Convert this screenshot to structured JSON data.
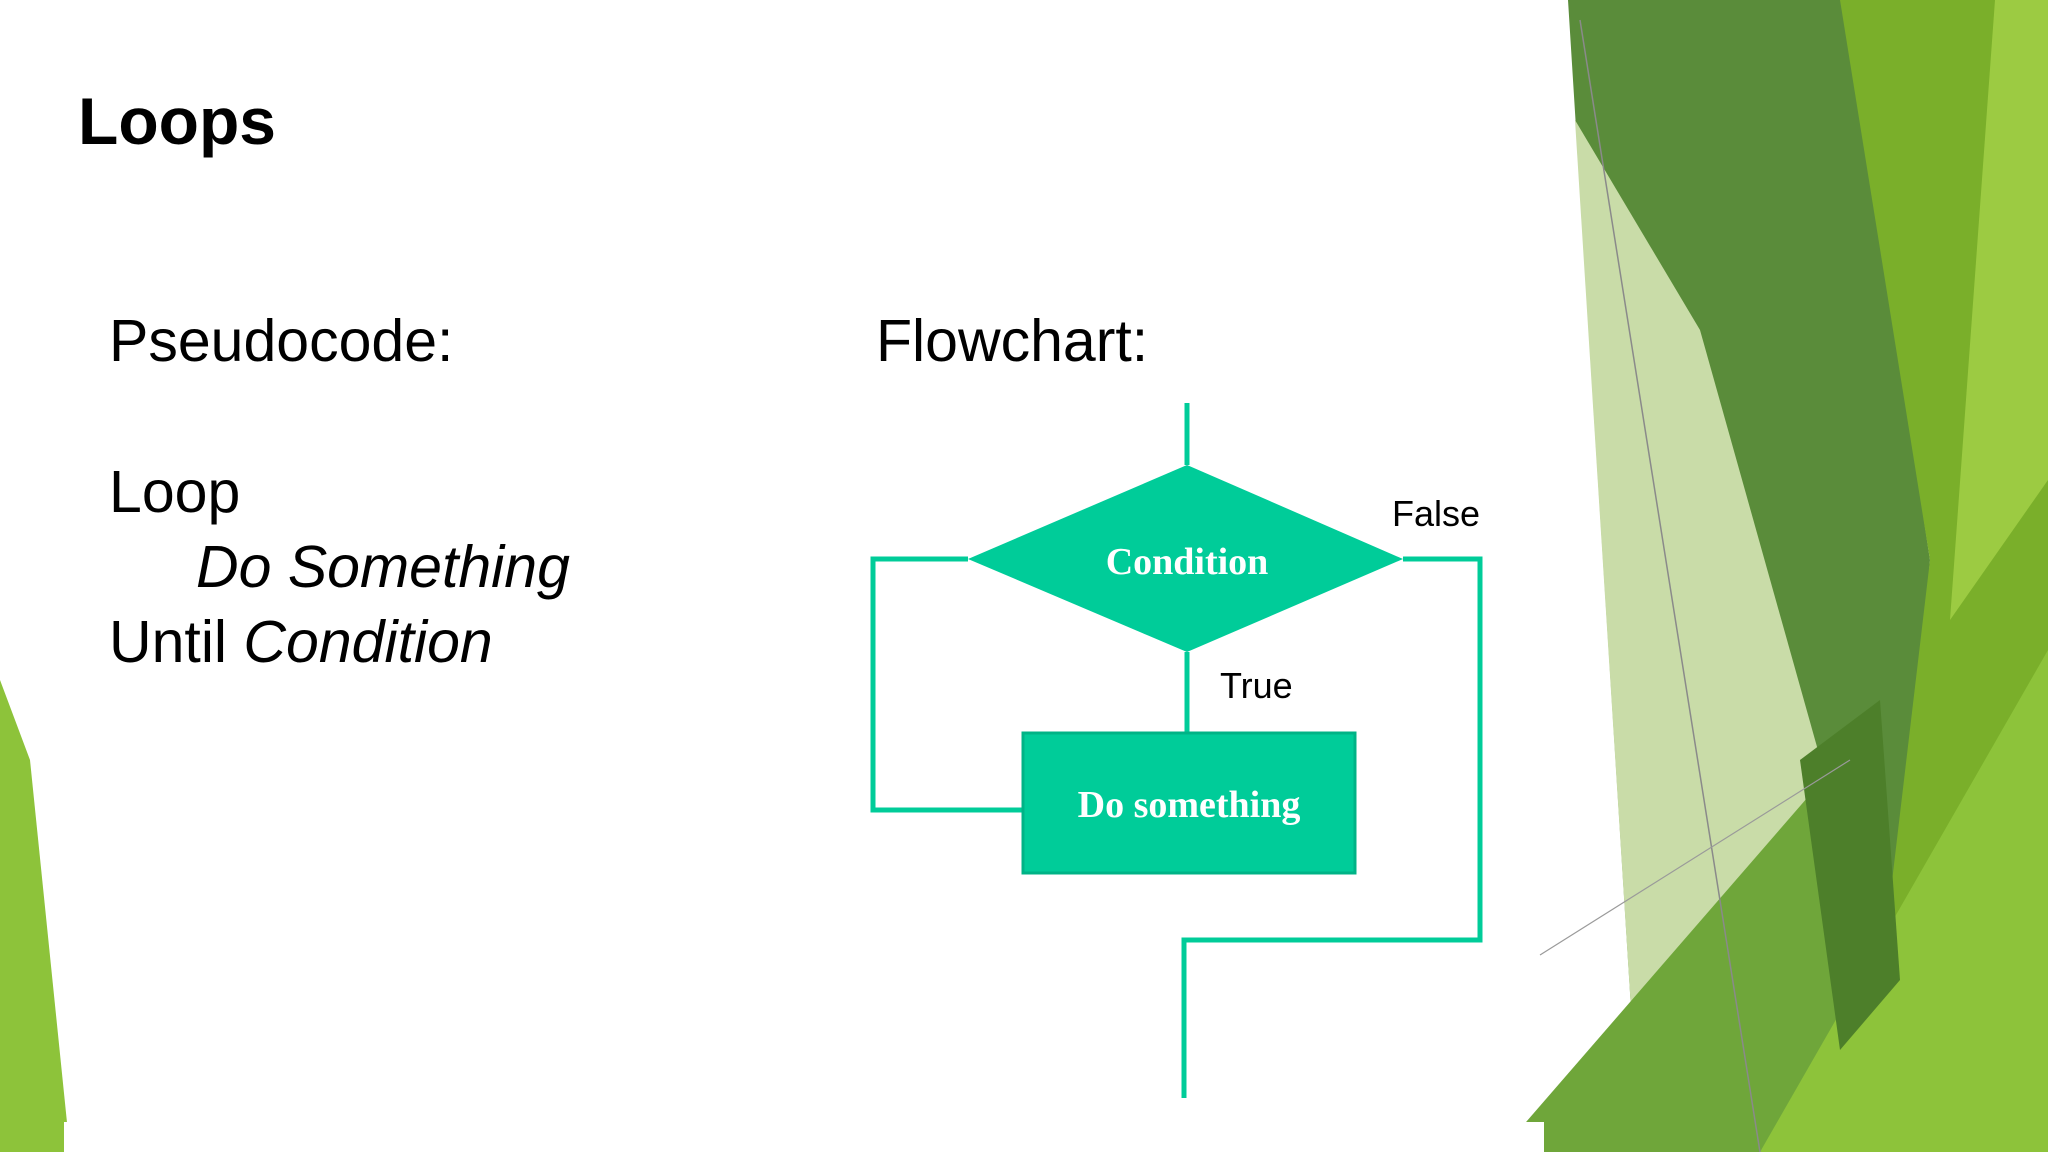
{
  "slide": {
    "title": "Loops",
    "pseudocode": {
      "heading": "Pseudocode:",
      "line1": "Loop",
      "line2": "Do Something",
      "line3_keyword": "Until ",
      "line3_condition": "Condition"
    },
    "flowchart": {
      "heading": "Flowchart:",
      "decision_label": "Condition",
      "process_label": "Do something",
      "true_label": "True",
      "false_label": "False"
    }
  },
  "colors": {
    "flow_teal": "#00CC99",
    "green_dark": "#4E8236",
    "green_mid": "#6AAA2E",
    "green_light": "#8CC640"
  }
}
